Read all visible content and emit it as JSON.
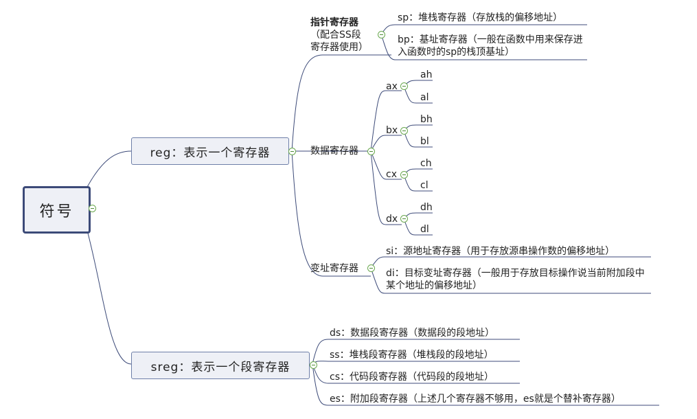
{
  "root": {
    "label": "符号"
  },
  "reg": {
    "label": "reg：表示一个寄存器",
    "pointer": {
      "title": "指针寄存器",
      "subtitle_line1": "（配合SS段",
      "subtitle_line2": "寄存器使用）",
      "items": [
        "sp：堆栈寄存器（存放栈的偏移地址）",
        "bp：基址寄存器（一般在函数中用来保存进入函数时的sp的栈顶基址）"
      ]
    },
    "data": {
      "title": "数据寄存器",
      "registers": [
        {
          "name": "ax",
          "parts": [
            "ah",
            "al"
          ]
        },
        {
          "name": "bx",
          "parts": [
            "bh",
            "bl"
          ]
        },
        {
          "name": "cx",
          "parts": [
            "ch",
            "cl"
          ]
        },
        {
          "name": "dx",
          "parts": [
            "dh",
            "dl"
          ]
        }
      ]
    },
    "index": {
      "title": "变址寄存器",
      "items": [
        "si：源地址寄存器（用于存放源串操作数的偏移地址）",
        "di：目标变址寄存器（一般用于存放目标操作说当前附加段中某个地址的偏移地址）"
      ]
    }
  },
  "sreg": {
    "label": "sreg：表示一个段寄存器",
    "items": [
      "ds：数据段寄存器（数据段的段地址）",
      "ss：堆栈段寄存器（堆栈段的段地址）",
      "cs：代码段寄存器（代码段的段地址）",
      "es：附加段寄存器（上述几个寄存器不够用，es就是个替补寄存器）"
    ]
  }
}
